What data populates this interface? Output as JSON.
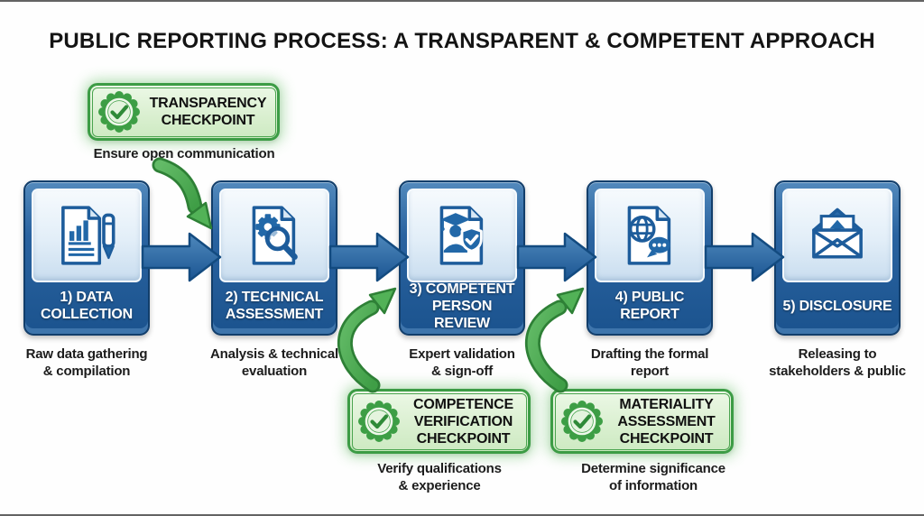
{
  "title": "PUBLIC REPORTING PROCESS: A TRANSPARENT & COMPETENT APPROACH",
  "steps": [
    {
      "label": "1) DATA\nCOLLECTION",
      "caption": "Raw data gathering\n& compilation",
      "icon": "document-bar-chart-pen-icon"
    },
    {
      "label": "2) TECHNICAL\nASSESSMENT",
      "caption": "Analysis & technical\nevaluation",
      "icon": "document-gear-magnifier-icon"
    },
    {
      "label": "3) COMPETENT\nPERSON REVIEW",
      "caption": "Expert validation\n& sign-off",
      "icon": "document-graduate-shield-icon"
    },
    {
      "label": "4) PUBLIC\nREPORT",
      "caption": "Drafting the formal\nreport",
      "icon": "document-globe-chat-icon"
    },
    {
      "label": "5) DISCLOSURE",
      "caption": "Releasing to\nstakeholders & public",
      "icon": "open-envelope-upload-icon"
    }
  ],
  "checkpoints": [
    {
      "title": "TRANSPARENCY\nCHECKPOINT",
      "caption": "Ensure open communication",
      "icon": "seal-check-icon"
    },
    {
      "title": "COMPETENCE\nVERIFICATION\nCHECKPOINT",
      "caption": "Verify qualifications\n& experience",
      "icon": "seal-check-icon"
    },
    {
      "title": "MATERIALITY\nASSESSMENT\nCHECKPOINT",
      "caption": "Determine significance\nof information",
      "icon": "seal-check-icon"
    }
  ],
  "colors": {
    "primary_blue": "#2268a8",
    "box_dark_blue": "#1b538e",
    "box_border": "#123e6b",
    "arrow_blue": "#2f6fad",
    "green": "#43a047",
    "green_dark": "#2e8036",
    "badge_bg": "#ddf0d2",
    "badge_border": "#3c9c45",
    "text_dark": "#1c1c1c"
  }
}
